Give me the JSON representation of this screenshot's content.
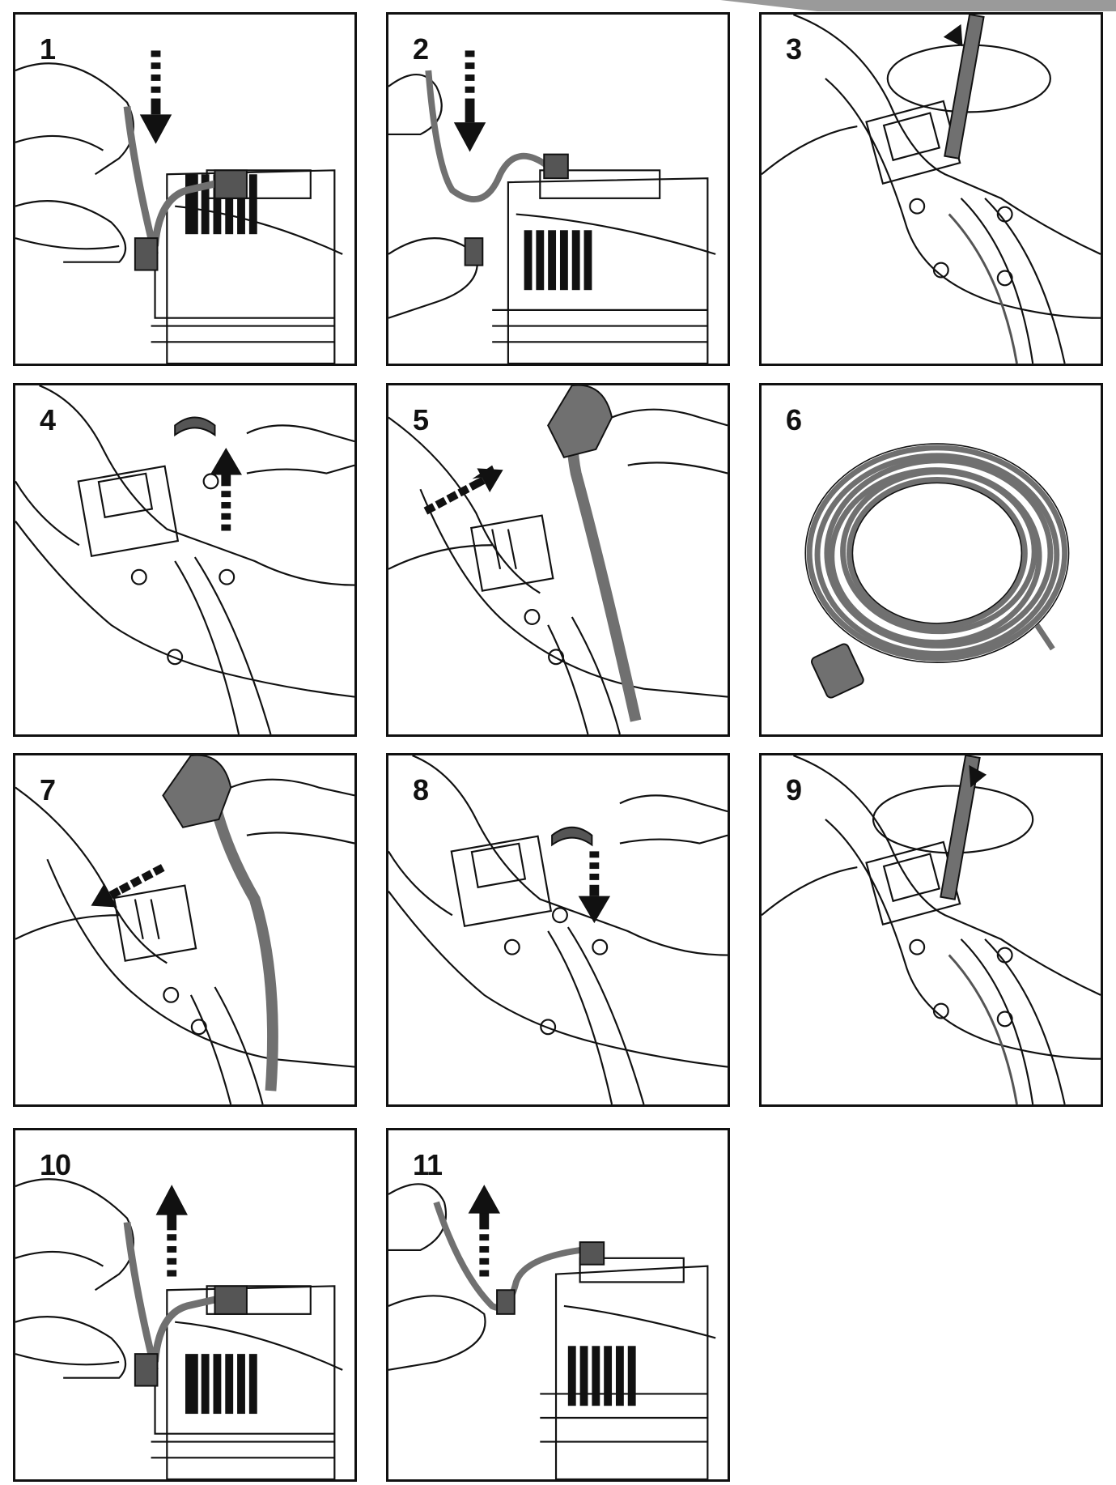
{
  "colors": {
    "line": "#111111",
    "cable": "#707070",
    "cable_dark": "#555555",
    "corner": "#9a9a9a",
    "background": "#ffffff"
  },
  "steps": [
    {
      "number": "1",
      "scene": "cable-insert",
      "arrow": "down"
    },
    {
      "number": "2",
      "scene": "cable-remove-clip",
      "arrow": "down"
    },
    {
      "number": "3",
      "scene": "screw-loosen",
      "rotation": "counterclockwise"
    },
    {
      "number": "4",
      "scene": "clamp-lift",
      "arrow": "up"
    },
    {
      "number": "5",
      "scene": "plug-unplug",
      "arrow": "up-right"
    },
    {
      "number": "6",
      "scene": "coiled-cable"
    },
    {
      "number": "7",
      "scene": "plug-insert",
      "arrow": "down-left"
    },
    {
      "number": "8",
      "scene": "clamp-place",
      "arrow": "down"
    },
    {
      "number": "9",
      "scene": "screw-tighten",
      "rotation": "clockwise"
    },
    {
      "number": "10",
      "scene": "cable-pull-out",
      "arrow": "up"
    },
    {
      "number": "11",
      "scene": "cable-pull-out-clip",
      "arrow": "up"
    }
  ]
}
